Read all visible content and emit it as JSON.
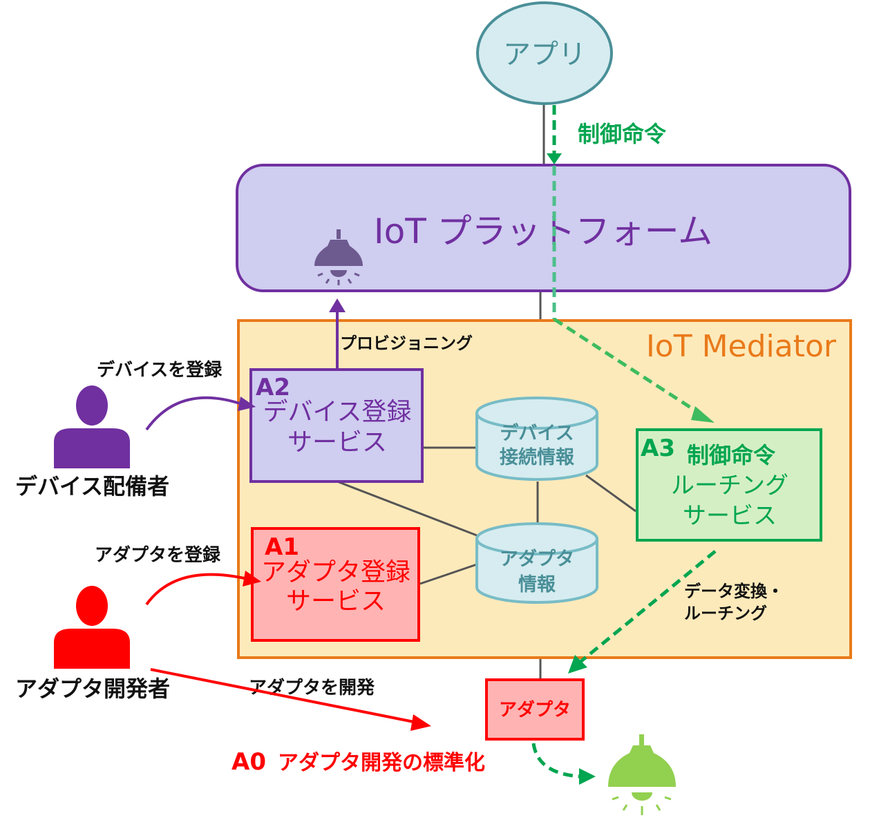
{
  "app": {
    "label": "アプリ"
  },
  "platform": {
    "label": "IoT プラットフォーム"
  },
  "mediator": {
    "label": "IoT Mediator"
  },
  "edges": {
    "control_command": "制御命令",
    "provisioning": "プロビジョニング",
    "register_device": "デバイスを登録",
    "register_adapter": "アダプタを登録",
    "develop_adapter": "アダプタを開発",
    "data_conversion_line1": "データ変換・",
    "data_conversion_line2": "ルーチング"
  },
  "services": {
    "a2": {
      "id": "A2",
      "line1": "デバイス登録",
      "line2": "サービス"
    },
    "a1": {
      "id": "A1",
      "line1": "アダプタ登録",
      "line2": "サービス"
    },
    "a3": {
      "id": "A3",
      "line1": "制御命令",
      "line2": "ルーチング",
      "line3": "サービス"
    }
  },
  "databases": {
    "device_info": {
      "line1": "デバイス",
      "line2": "接続情報"
    },
    "adapter_info": {
      "line1": "アダプタ",
      "line2": "情報"
    }
  },
  "actors": {
    "device_deployer": "デバイス配備者",
    "adapter_developer": "アダプタ開発者"
  },
  "adapter": {
    "label": "アダプタ"
  },
  "a0": {
    "id": "A0",
    "label": "アダプタ開発の標準化"
  },
  "colors": {
    "purple": "#7030a0",
    "purple_fill": "#cfcdf0",
    "orange": "#e97a1a",
    "orange_fill": "#fdeabb",
    "green": "#00a550",
    "green_fill": "#d5efc4",
    "red": "#ff0000",
    "red_fill": "#ffb3b3",
    "teal": "#4a8f98",
    "teal_fill": "#d6ecf0",
    "lamp_off": "#6d5a8f",
    "lamp_on": "#92d050"
  }
}
